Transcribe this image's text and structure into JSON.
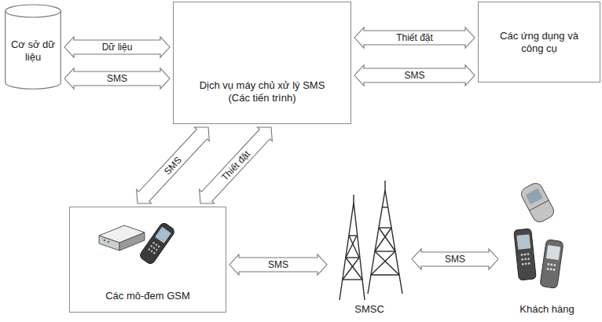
{
  "diagram": {
    "nodes": [
      {
        "text": [
          "Cơ sở dữ liệu"
        ]
      },
      {
        "text": [
          "Dịch vụ máy chủ xử lý SMS (Các tiến trình)"
        ]
      },
      {
        "text": [
          "Các ứng dụng và công cụ"
        ]
      },
      {
        "text": [
          "Các mô-đem GSM"
        ]
      },
      {
        "text": [
          "SMSC"
        ]
      },
      {
        "text": [
          "Khách hàng"
        ]
      }
    ],
    "edges": [
      {
        "from": 0,
        "to": 1,
        "arrow": "both",
        "label": "Dữ liệu"
      },
      {
        "from": 0,
        "to": 1,
        "arrow": "both",
        "label": "SMS"
      },
      {
        "from": 1,
        "to": 2,
        "arrow": "both",
        "label": "Thiết đặt"
      },
      {
        "from": 1,
        "to": 2,
        "arrow": "both",
        "label": "SMS"
      },
      {
        "from": 1,
        "to": 3,
        "arrow": "both",
        "label": "SMS"
      },
      {
        "from": 1,
        "to": 3,
        "arrow": "both",
        "label": "Thiết đặt"
      },
      {
        "from": 3,
        "to": 4,
        "arrow": "both",
        "label": "SMS"
      },
      {
        "from": 4,
        "to": 5,
        "arrow": "both",
        "label": "SMS"
      }
    ]
  }
}
